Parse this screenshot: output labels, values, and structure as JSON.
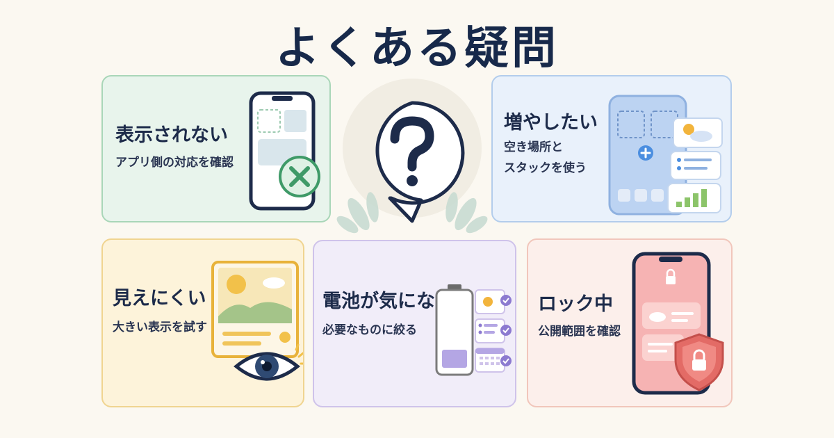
{
  "title": "よくある疑問",
  "cards": [
    {
      "title": "表示されない",
      "subtitle": "アプリ側の対応を確認",
      "icon": "phone-error-icon"
    },
    {
      "title": "増やしたい",
      "subtitle_lines": [
        "空き場所と",
        "スタックを使う"
      ],
      "icon": "phone-add-widget-icon"
    },
    {
      "title": "見えにくい",
      "subtitle": "大きい表示を試す",
      "icon": "large-image-eye-icon"
    },
    {
      "title": "電池が気になる",
      "subtitle": "必要なものに絞る",
      "icon": "battery-widgets-icon"
    },
    {
      "title": "ロック中",
      "subtitle": "公開範囲を確認",
      "icon": "phone-lock-shield-icon"
    }
  ],
  "center_icon": "question-bubble-icon",
  "colors": {
    "title": "#17294a",
    "green": "#3f9a68",
    "blue": "#4b8ee0",
    "yellow": "#e8b23a",
    "purple": "#8c7ad0",
    "red": "#e36b66"
  }
}
